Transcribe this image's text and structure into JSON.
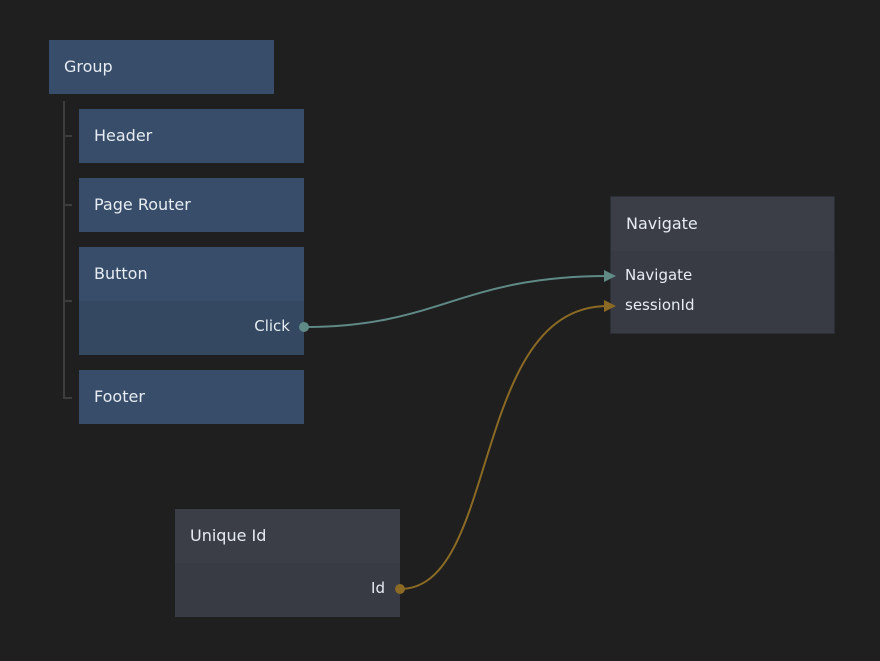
{
  "colors": {
    "background": "#1f1f1f",
    "visual_node": "#384d69",
    "logic_node": "#3b3d47",
    "signal_connection": "#5f8a86",
    "data_connection": "#8a6a24"
  },
  "nodes": {
    "group": {
      "title": "Group"
    },
    "header": {
      "title": "Header"
    },
    "page_router": {
      "title": "Page Router"
    },
    "button": {
      "title": "Button",
      "outputs": [
        "Click"
      ]
    },
    "footer": {
      "title": "Footer"
    },
    "navigate": {
      "title": "Navigate",
      "inputs": [
        "Navigate",
        "sessionId"
      ]
    },
    "unique_id": {
      "title": "Unique Id",
      "outputs": [
        "Id"
      ]
    }
  },
  "connections": [
    {
      "from": "Button.Click",
      "to": "Navigate.Navigate",
      "type": "signal"
    },
    {
      "from": "Unique Id.Id",
      "to": "Navigate.sessionId",
      "type": "data"
    }
  ]
}
